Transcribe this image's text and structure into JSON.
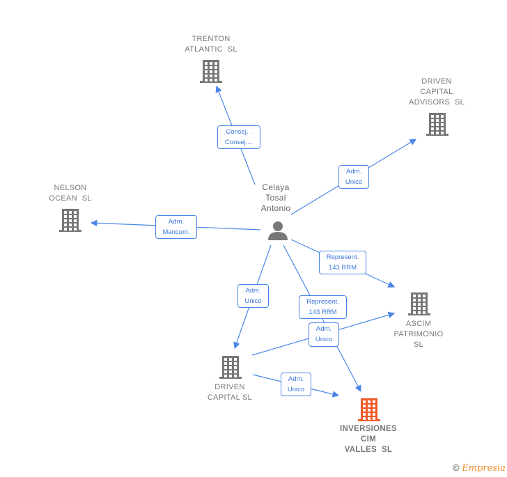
{
  "colors": {
    "company": "#777777",
    "highlight": "#f05a28",
    "edge": "#4a86e8"
  },
  "nodes": {
    "person": {
      "label": "Celaya\nTosal\nAntonio",
      "icon": "person-icon"
    },
    "trenton": {
      "label": "TRENTON\nATLANTIC  SL",
      "icon": "building-icon"
    },
    "driven_advisors": {
      "label": "DRIVEN\nCAPITAL\nADVISORS  SL",
      "icon": "building-icon"
    },
    "nelson": {
      "label": "NELSON\nOCEAN  SL",
      "icon": "building-icon"
    },
    "ascim": {
      "label": "ASCIM\nPATRIMONIO\nSL",
      "icon": "building-icon"
    },
    "driven_capital": {
      "label": "DRIVEN\nCAPITAL SL",
      "icon": "building-icon"
    },
    "inversiones": {
      "label": "INVERSIONES\nCIM\nVALLES  SL",
      "icon": "building-icon"
    }
  },
  "edges": [
    {
      "label": "Consej. .\nConsej...."
    },
    {
      "label": "Adm.\nUnico"
    },
    {
      "label": "Adm.\nMancom."
    },
    {
      "label": "Represent.\n143 RRM"
    },
    {
      "label": "Adm.\nUnico"
    },
    {
      "label": "Represent.\n143 RRM"
    },
    {
      "label": "Adm.\nUnico"
    },
    {
      "label": "Adm.\nUnico"
    }
  ],
  "footer": {
    "copyright": "©",
    "brand": "Empresia"
  }
}
